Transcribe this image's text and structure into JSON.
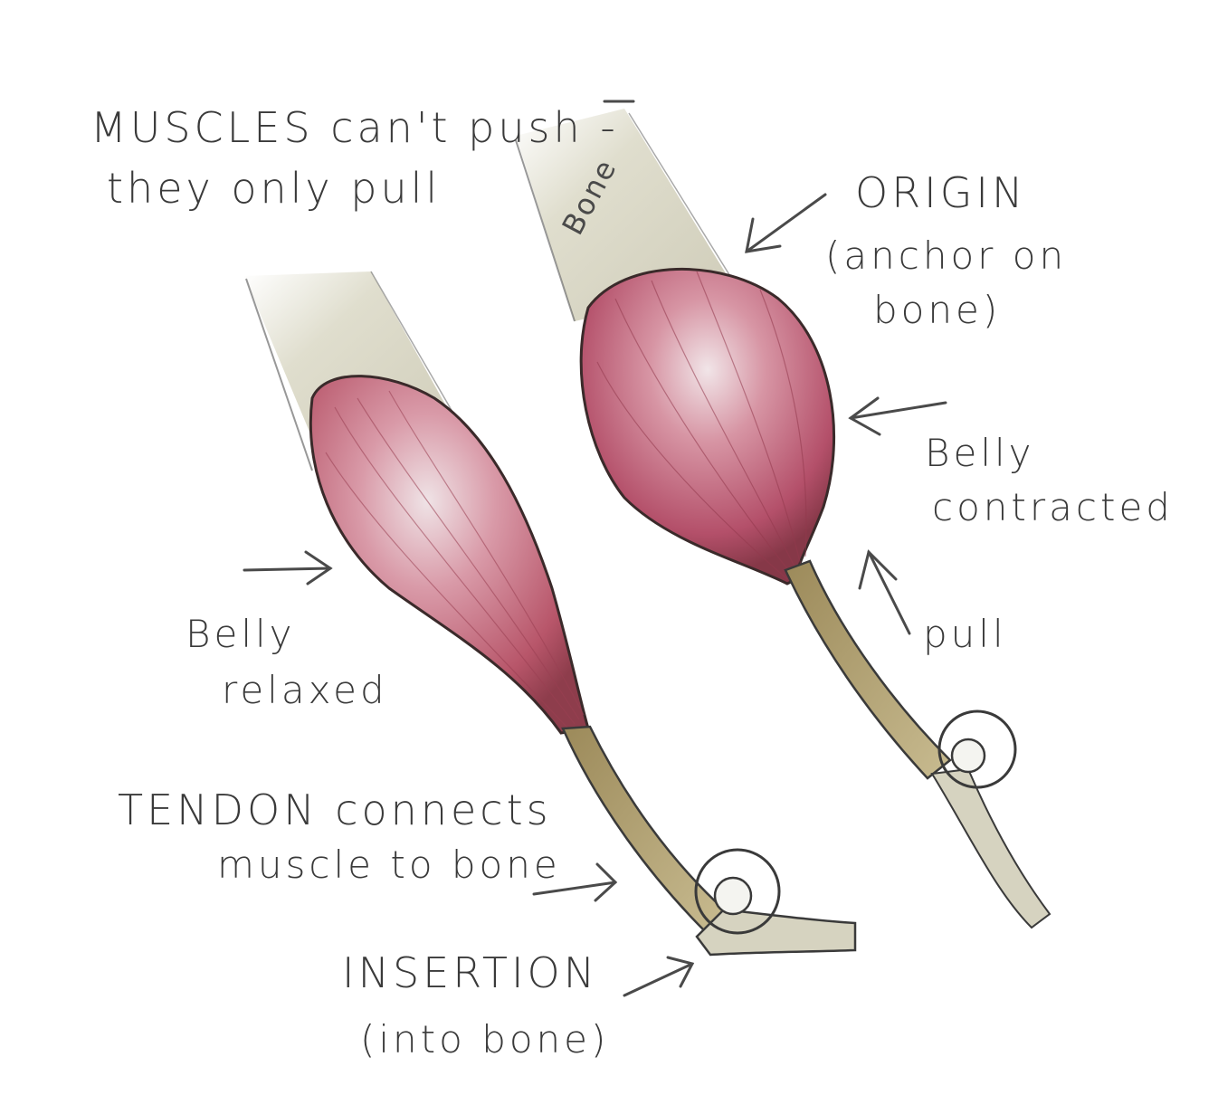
{
  "labels": {
    "headline_line1": "MUSCLES can't push -",
    "headline_line2": "they only pull",
    "bone": "Bone",
    "origin_title": "ORIGIN",
    "origin_sub1": "(anchor on",
    "origin_sub2": "bone)",
    "belly_contracted_1": "Belly",
    "belly_contracted_2": "contracted",
    "pull": "pull",
    "belly_relaxed_1": "Belly",
    "belly_relaxed_2": "relaxed",
    "tendon_line1": "TENDON connects",
    "tendon_line2": "muscle to bone",
    "insertion_title": "INSERTION",
    "insertion_sub": "(into bone)"
  },
  "colors": {
    "ink": "#3a3a3a",
    "muscle": "#b8566a",
    "muscle_light": "#e6c3cc",
    "tendon": "#8a7a4a",
    "bone": "#d9d6c4"
  }
}
